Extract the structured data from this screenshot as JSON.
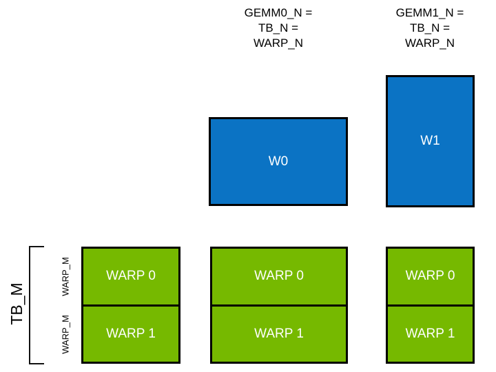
{
  "diagram": {
    "title_captions": {
      "gemm0": "GEMM0_N =\nTB_N =\nWARP_N",
      "gemm1": "GEMM1_N =\nTB_N =\nWARP_N"
    },
    "blue_boxes": [
      {
        "label": "W0",
        "color": "#0b73c4"
      },
      {
        "label": "W1",
        "color": "#0b73c4"
      }
    ],
    "green_columns": [
      {
        "cells": [
          {
            "label": "WARP 0"
          },
          {
            "label": "WARP 1"
          }
        ]
      },
      {
        "cells": [
          {
            "label": "WARP 0"
          },
          {
            "label": "WARP 1"
          }
        ]
      },
      {
        "cells": [
          {
            "label": "WARP 0"
          },
          {
            "label": "WARP 1"
          }
        ]
      }
    ],
    "axis_labels": {
      "tb_m": "TB_M",
      "warp_m_top": "WARP_M",
      "warp_m_bottom": "WARP_M"
    },
    "colors": {
      "blue": "#0b73c4",
      "green": "#76b900",
      "outline": "#000000",
      "text_on_fill": "#ffffff",
      "text": "#000000",
      "background": "#ffffff"
    }
  }
}
